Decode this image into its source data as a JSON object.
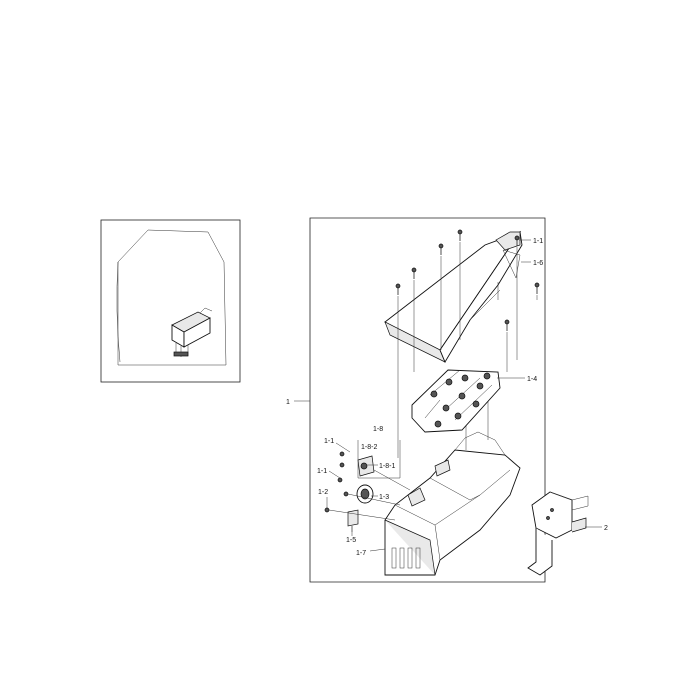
{
  "callouts": {
    "c1": "1",
    "c1_1a": "1-1",
    "c1_6": "1-6",
    "c1_4": "1-4",
    "c1_8": "1-8",
    "c1_8_2": "1-8-2",
    "c1_1b": "1-1",
    "c1_8_1": "1-8-1",
    "c1_1c": "1-1",
    "c1_3": "1-3",
    "c1_2": "1-2",
    "c1_5": "1-5",
    "c1_7": "1-7",
    "c2": "2"
  }
}
